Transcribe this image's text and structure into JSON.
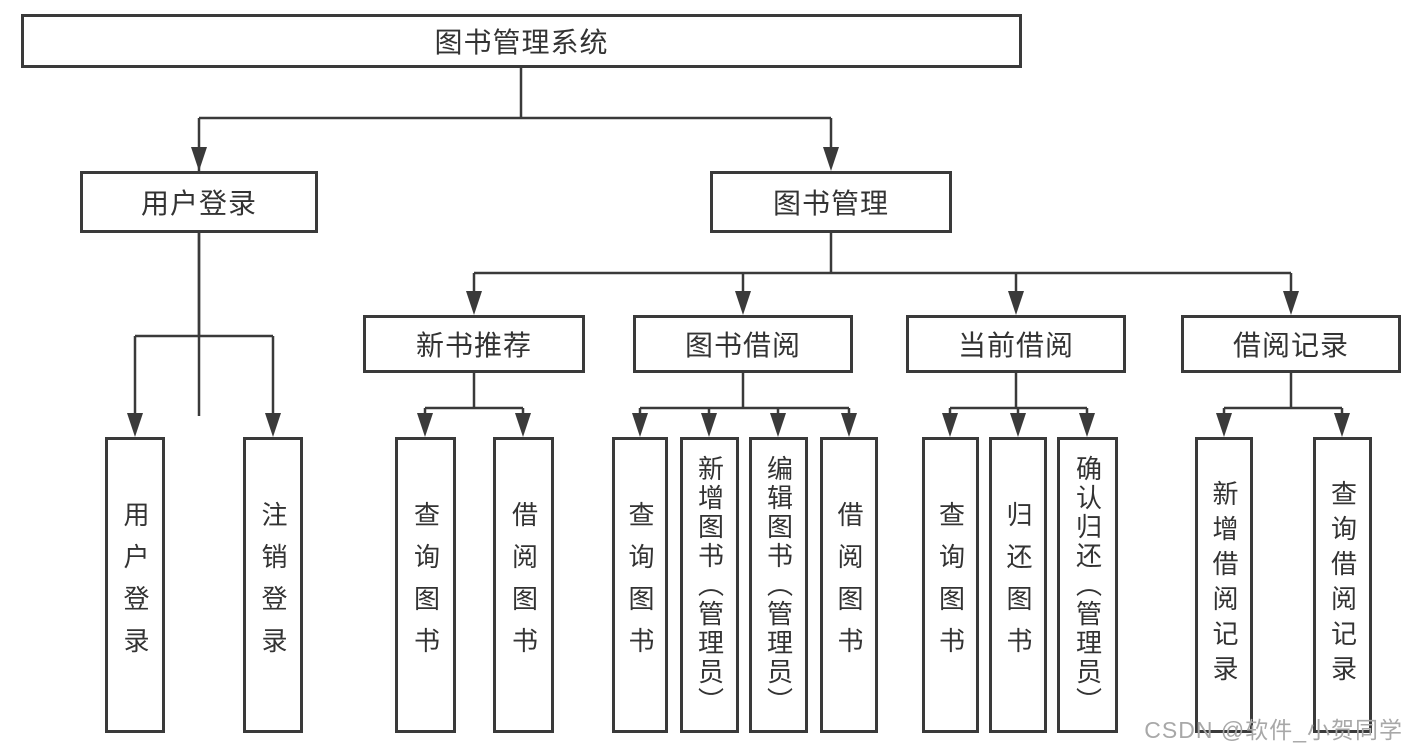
{
  "colors": {
    "line": "#3a3a3a",
    "text": "#333333",
    "watermark": "#a8a8a8",
    "background": "#ffffff"
  },
  "diagram": {
    "root": {
      "label": "图书管理系统"
    },
    "level2": [
      {
        "label": "用户登录",
        "children": [
          {
            "label": "用户登录"
          },
          {
            "label": "注销登录"
          }
        ]
      },
      {
        "label": "图书管理",
        "sections": [
          {
            "label": "新书推荐",
            "children": [
              {
                "label": "查询图书"
              },
              {
                "label": "借阅图书"
              }
            ]
          },
          {
            "label": "图书借阅",
            "children": [
              {
                "label": "查询图书"
              },
              {
                "label": "新增图书（管理员）"
              },
              {
                "label": "编辑图书（管理员）"
              },
              {
                "label": "借阅图书"
              }
            ]
          },
          {
            "label": "当前借阅",
            "children": [
              {
                "label": "查询图书"
              },
              {
                "label": "归还图书"
              },
              {
                "label": "确认归还（管理员）"
              }
            ]
          },
          {
            "label": "借阅记录",
            "children": [
              {
                "label": "新增借阅记录"
              },
              {
                "label": "查询借阅记录"
              }
            ]
          }
        ]
      }
    ]
  },
  "watermark": {
    "text": "CSDN @软件_小贺同学"
  }
}
